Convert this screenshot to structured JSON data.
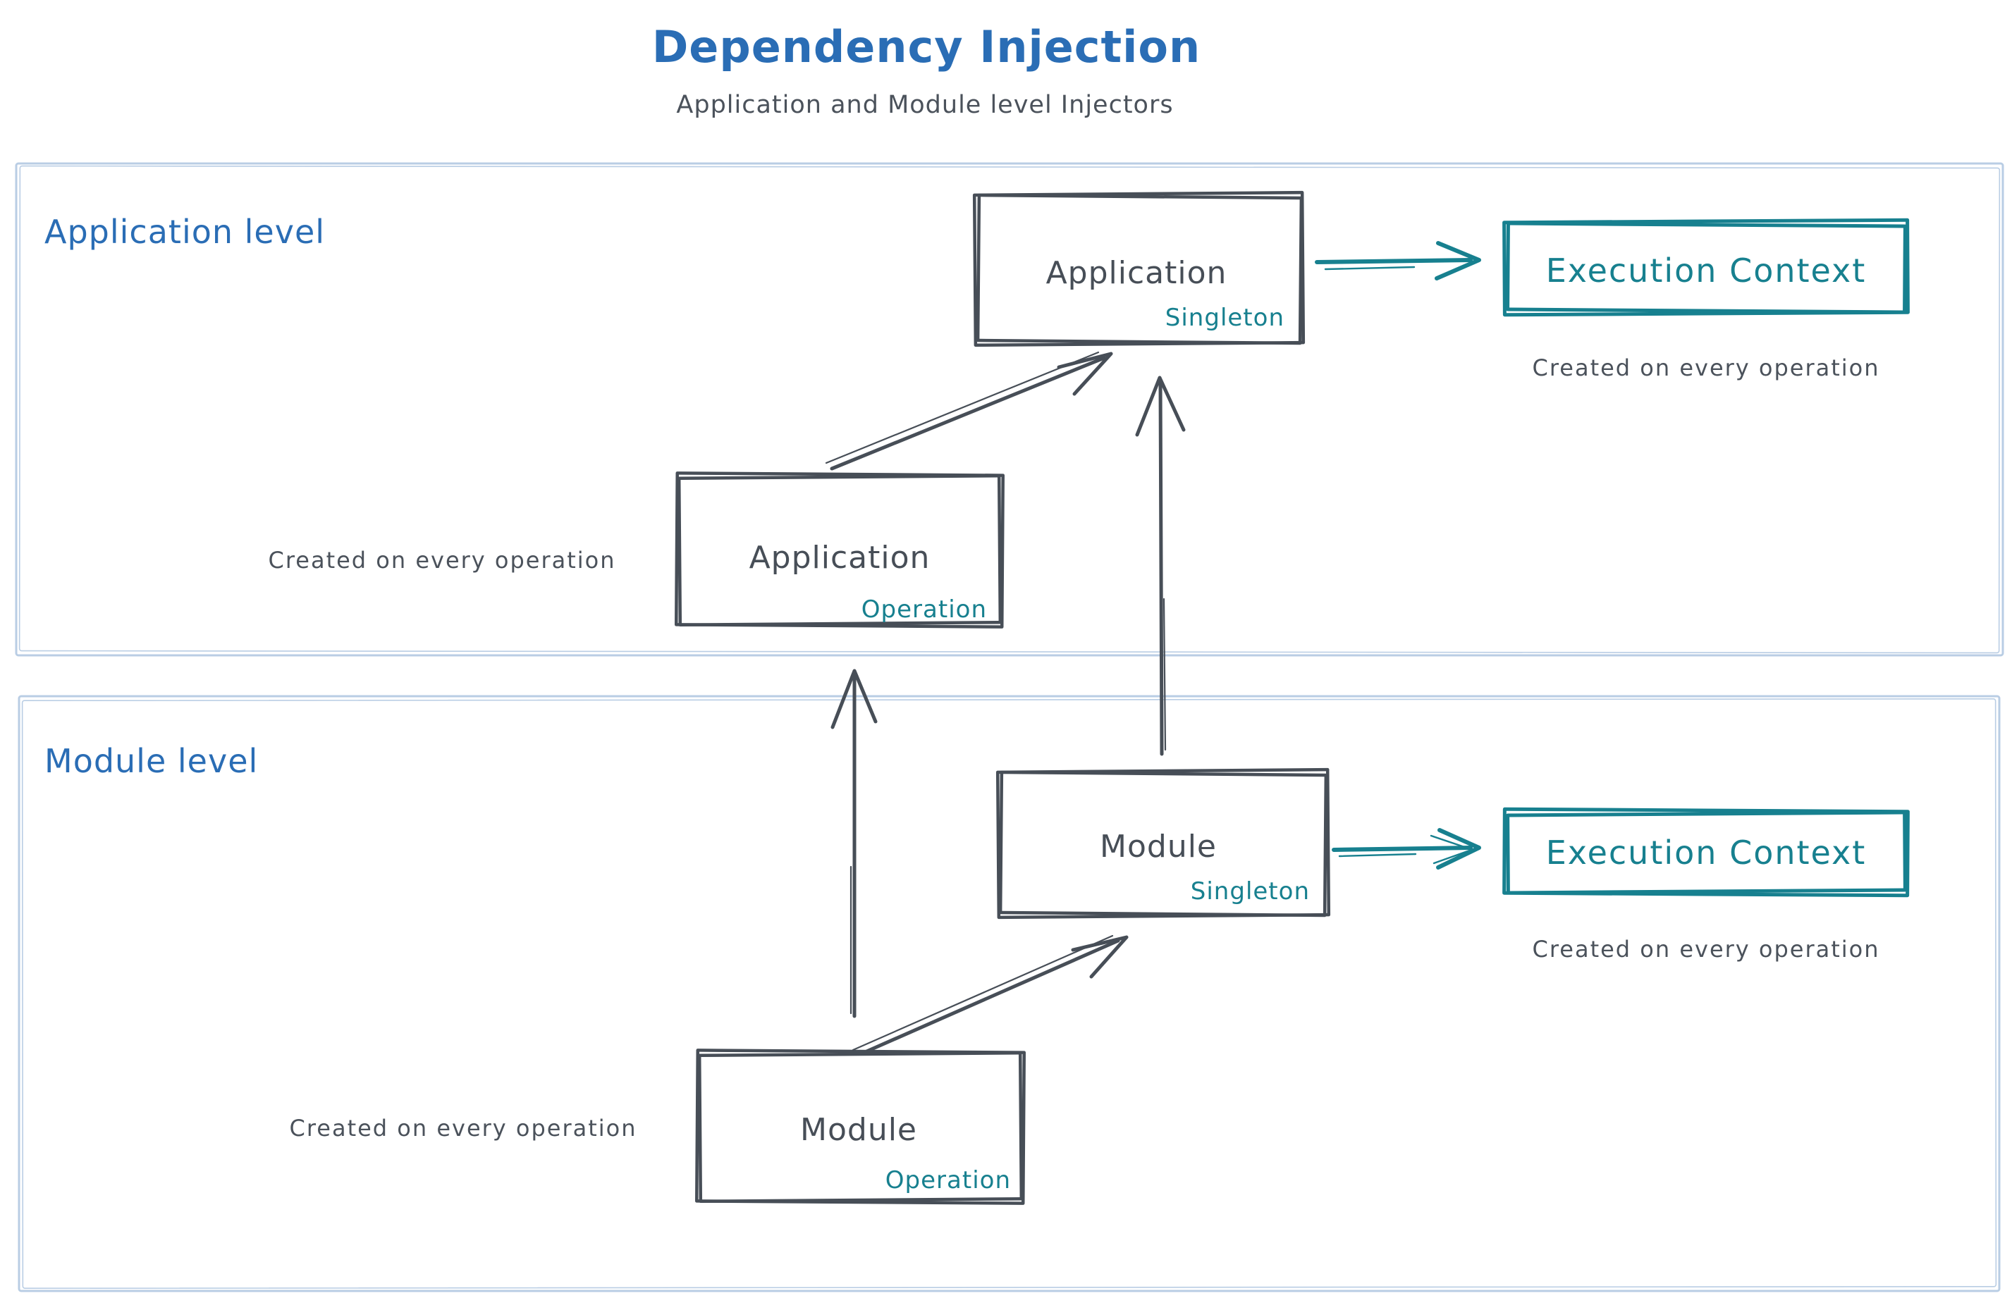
{
  "title": "Dependency Injection",
  "subtitle": "Application and Module level Injectors",
  "colors": {
    "title_blue": "#2a6db5",
    "accent_teal": "#17808f",
    "shape_dark": "#474e57",
    "text_gray": "#4b525b",
    "container_border_blue": "#b9cde4",
    "background": "#ffffff"
  },
  "application_level": {
    "label": "Application level",
    "singleton_box": {
      "name": "Application",
      "scope": "Singleton"
    },
    "operation_box": {
      "name": "Application",
      "scope": "Operation"
    },
    "operation_note": "Created on every operation",
    "execution_context": {
      "label": "Execution Context",
      "note": "Created on every operation"
    }
  },
  "module_level": {
    "label": "Module level",
    "singleton_box": {
      "name": "Module",
      "scope": "Singleton"
    },
    "operation_box": {
      "name": "Module",
      "scope": "Operation"
    },
    "operation_note": "Created on every operation",
    "execution_context": {
      "label": "Execution Context",
      "note": "Created on every operation"
    }
  }
}
